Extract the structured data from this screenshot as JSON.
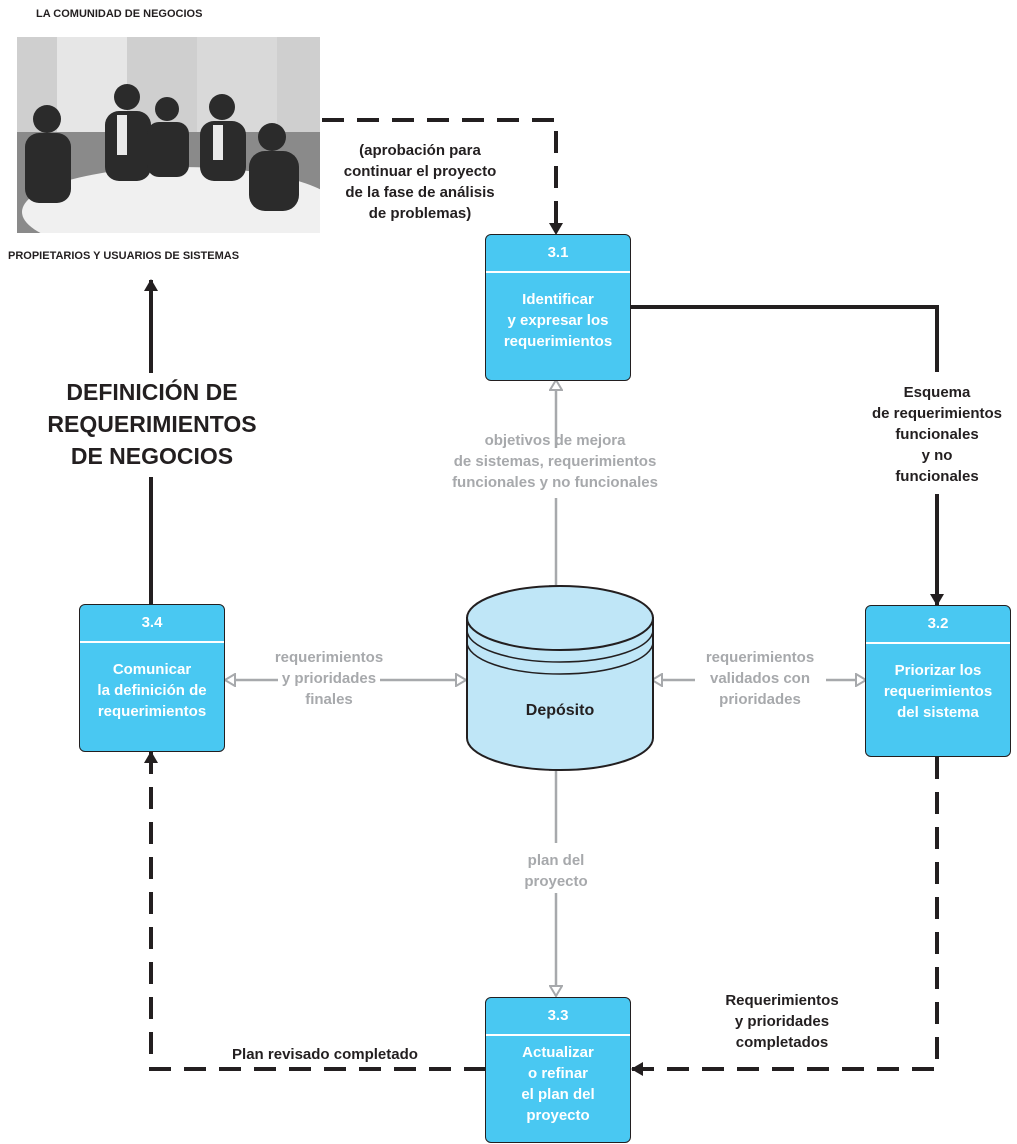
{
  "external_entity": {
    "top_label": "LA COMUNIDAD DE NEGOCIOS",
    "bottom_label": "PROPIETARIOS Y USUARIOS DE SISTEMAS"
  },
  "title": "DEFINICIÓN DE\nREQUERIMIENTOS\nDE NEGOCIOS",
  "processes": [
    {
      "id": "3.1",
      "text": "Identificar\ny expresar los\nrequerimientos"
    },
    {
      "id": "3.2",
      "text": "Priorizar los\nrequerimientos\ndel sistema"
    },
    {
      "id": "3.3",
      "text": "Actualizar\no refinar\nel plan del\nproyecto"
    },
    {
      "id": "3.4",
      "text": "Comunicar\nla definición de\nrequerimientos"
    }
  ],
  "datastore": {
    "label": "Depósito"
  },
  "flows": {
    "approval": "(aprobación para\ncontinuar el proyecto\nde la fase de análisis\nde problemas)",
    "schema": "Esquema\nde requerimientos\nfuncionales\ny no\nfuncionales",
    "objectives": "objetivos de mejora\nde sistemas, requerimientos\nfuncionales y no funcionales",
    "final_reqs": "requerimientos\ny prioridades\nfinales",
    "validated_reqs": "requerimientos\nvalidados con\nprioridades",
    "project_plan": "plan del\nproyecto",
    "completed_reqs": "Requerimientos\ny prioridades\ncompletados",
    "revised_plan": "Plan revisado completado"
  },
  "colors": {
    "process_fill": "#49c8f2",
    "datastore_fill": "#bfe6f7",
    "dark": "#231f20",
    "gray": "#a7a9ac"
  }
}
